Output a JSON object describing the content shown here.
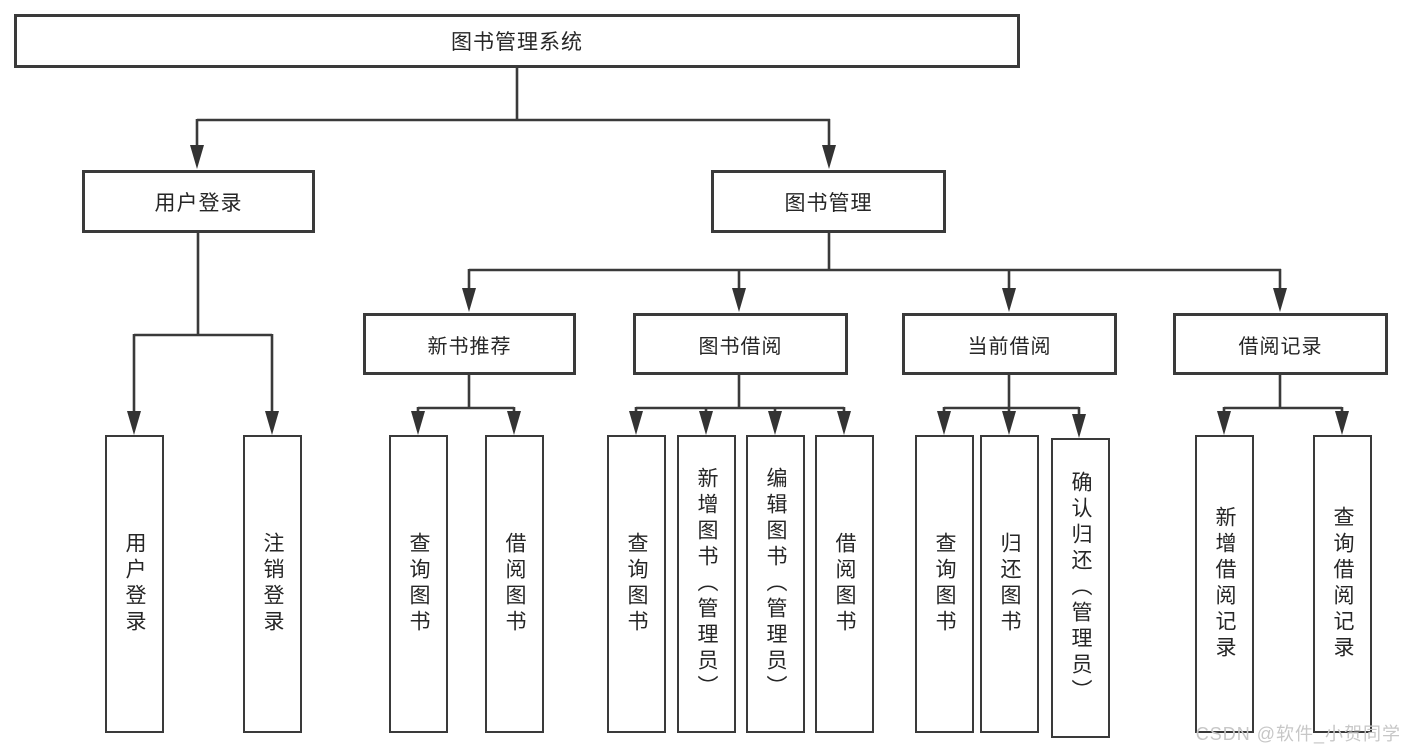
{
  "tree": {
    "root_label": "图书管理系统",
    "branches": [
      {
        "label": "用户登录",
        "children": [
          {
            "label": "用户登录"
          },
          {
            "label": "注销登录"
          }
        ]
      },
      {
        "label": "图书管理",
        "children": [
          {
            "label": "新书推荐",
            "children": [
              {
                "label": "查询图书"
              },
              {
                "label": "借阅图书"
              }
            ]
          },
          {
            "label": "图书借阅",
            "children": [
              {
                "label": "查询图书"
              },
              {
                "label": "新增图书（管理员）"
              },
              {
                "label": "编辑图书（管理员）"
              },
              {
                "label": "借阅图书"
              }
            ]
          },
          {
            "label": "当前借阅",
            "children": [
              {
                "label": "查询图书"
              },
              {
                "label": "归还图书"
              },
              {
                "label": "确认归还（管理员）"
              }
            ]
          },
          {
            "label": "借阅记录",
            "children": [
              {
                "label": "新增借阅记录"
              },
              {
                "label": "查询借阅记录"
              }
            ]
          }
        ]
      }
    ]
  },
  "watermark": {
    "text": "CSDN @软件_小贺同学"
  },
  "colors": {
    "line": "#3a3a3a",
    "box_border": "#3a3a3a",
    "box_fill": "#ffffff",
    "text": "#262626",
    "watermark": "#c7c7c7",
    "background": "#ffffff"
  }
}
